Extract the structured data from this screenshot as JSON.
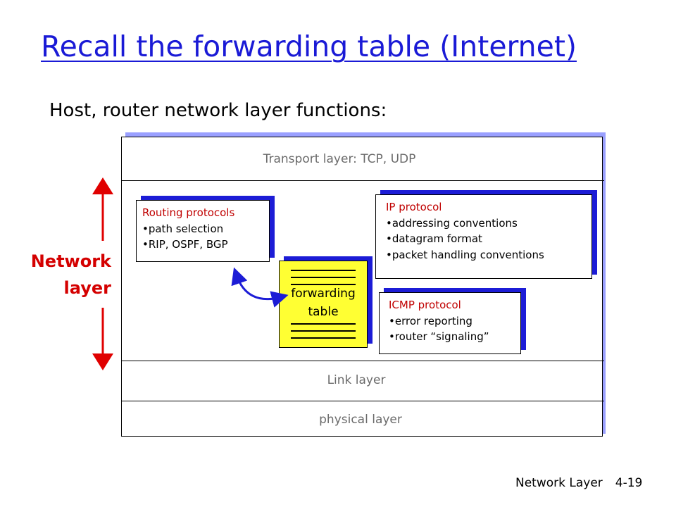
{
  "title": "Recall the forwarding table (Internet)",
  "subtitle": "Host, router network layer functions:",
  "layers": {
    "transport": "Transport layer: TCP, UDP",
    "link": "Link layer",
    "physical": "physical layer"
  },
  "network_layer_label": {
    "line1": "Network",
    "line2": "layer"
  },
  "routing_protocols": {
    "heading": "Routing protocols",
    "items": [
      "•path selection",
      "•RIP, OSPF, BGP"
    ]
  },
  "ip_protocol": {
    "heading": "IP protocol",
    "items": [
      "•addressing conventions",
      "•datagram format",
      "•packet handling conventions"
    ]
  },
  "icmp_protocol": {
    "heading": "ICMP protocol",
    "items": [
      "•error reporting",
      "•router “signaling”"
    ]
  },
  "forwarding_table": {
    "line1": "forwarding",
    "line2": "table"
  },
  "footer": {
    "chapter": "Network Layer",
    "page": "4-19"
  },
  "colors": {
    "title": "#1a1ad6",
    "network_label": "#d40000",
    "box_heading": "#c00000",
    "box_shadow": "#1c1cd6",
    "forwarding_table_fill": "#ffff33"
  }
}
